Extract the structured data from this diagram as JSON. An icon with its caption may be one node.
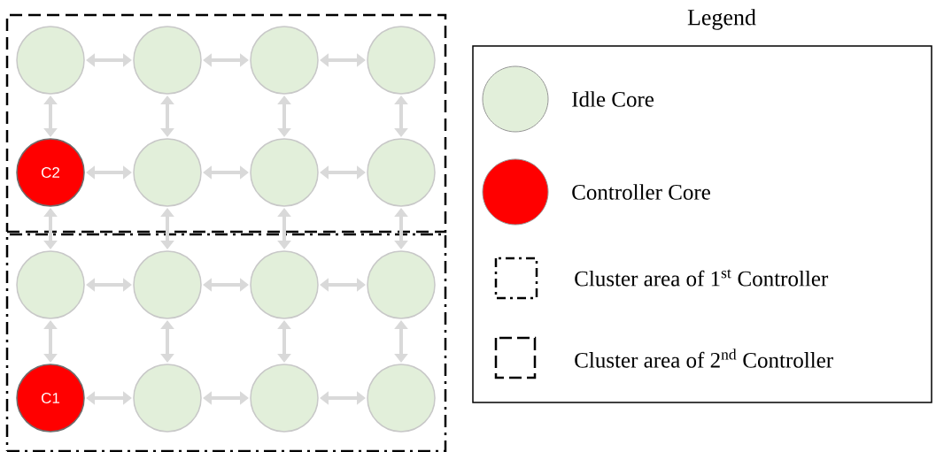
{
  "diagram": {
    "nodes": [
      {
        "text": [],
        "shape": "box"
      },
      {
        "text": [],
        "shape": "circle",
        "in": 0
      },
      {
        "text": [],
        "shape": "circle",
        "in": 0
      },
      {
        "text": [],
        "shape": "circle",
        "in": 0
      },
      {
        "text": [],
        "shape": "circle",
        "in": 0
      },
      {
        "text": [
          "C2"
        ],
        "in": 0
      },
      {
        "text": [],
        "shape": "circle",
        "in": 0
      },
      {
        "text": [],
        "shape": "circle",
        "in": 0
      },
      {
        "text": [],
        "shape": "circle",
        "in": 0
      },
      {
        "text": [],
        "shape": "box"
      },
      {
        "text": [],
        "shape": "circle",
        "in": 9
      },
      {
        "text": [],
        "shape": "circle",
        "in": 9
      },
      {
        "text": [],
        "shape": "circle",
        "in": 9
      },
      {
        "text": [],
        "shape": "circle",
        "in": 9
      },
      {
        "text": [
          "C1"
        ],
        "in": 9
      },
      {
        "text": [],
        "shape": "circle",
        "in": 9
      },
      {
        "text": [],
        "shape": "circle",
        "in": 9
      },
      {
        "text": [],
        "shape": "circle",
        "in": 9
      }
    ],
    "edges": [
      {
        "from": 1,
        "to": 2,
        "arrow": "both"
      },
      {
        "from": 2,
        "to": 3,
        "arrow": "both"
      },
      {
        "from": 3,
        "to": 4,
        "arrow": "both"
      },
      {
        "from": 5,
        "to": 6,
        "arrow": "both"
      },
      {
        "from": 6,
        "to": 7,
        "arrow": "both"
      },
      {
        "from": 7,
        "to": 8,
        "arrow": "both"
      },
      {
        "from": 10,
        "to": 11,
        "arrow": "both"
      },
      {
        "from": 11,
        "to": 12,
        "arrow": "both"
      },
      {
        "from": 12,
        "to": 13,
        "arrow": "both"
      },
      {
        "from": 14,
        "to": 15,
        "arrow": "both"
      },
      {
        "from": 15,
        "to": 16,
        "arrow": "both"
      },
      {
        "from": 16,
        "to": 17,
        "arrow": "both"
      },
      {
        "from": 1,
        "to": 5,
        "arrow": "both"
      },
      {
        "from": 2,
        "to": 6,
        "arrow": "both"
      },
      {
        "from": 3,
        "to": 7,
        "arrow": "both"
      },
      {
        "from": 4,
        "to": 8,
        "arrow": "both"
      },
      {
        "from": 5,
        "to": 10,
        "arrow": "both"
      },
      {
        "from": 6,
        "to": 11,
        "arrow": "both"
      },
      {
        "from": 7,
        "to": 12,
        "arrow": "both"
      },
      {
        "from": 8,
        "to": 13,
        "arrow": "both"
      },
      {
        "from": 10,
        "to": 14,
        "arrow": "both"
      },
      {
        "from": 11,
        "to": 15,
        "arrow": "both"
      },
      {
        "from": 12,
        "to": 16,
        "arrow": "both"
      },
      {
        "from": 13,
        "to": 17,
        "arrow": "both"
      }
    ],
    "labels": [
      "Legend"
    ],
    "legend": [
      {
        "text": "Idle Core",
        "color": "#e2efda"
      },
      {
        "text": "Controller Core",
        "color": "#ff0000"
      },
      {
        "text": "Cluster area of 1$^{st}$ Controller"
      },
      {
        "text": "Cluster area of 2$^{nd}$ Controller"
      }
    ]
  }
}
